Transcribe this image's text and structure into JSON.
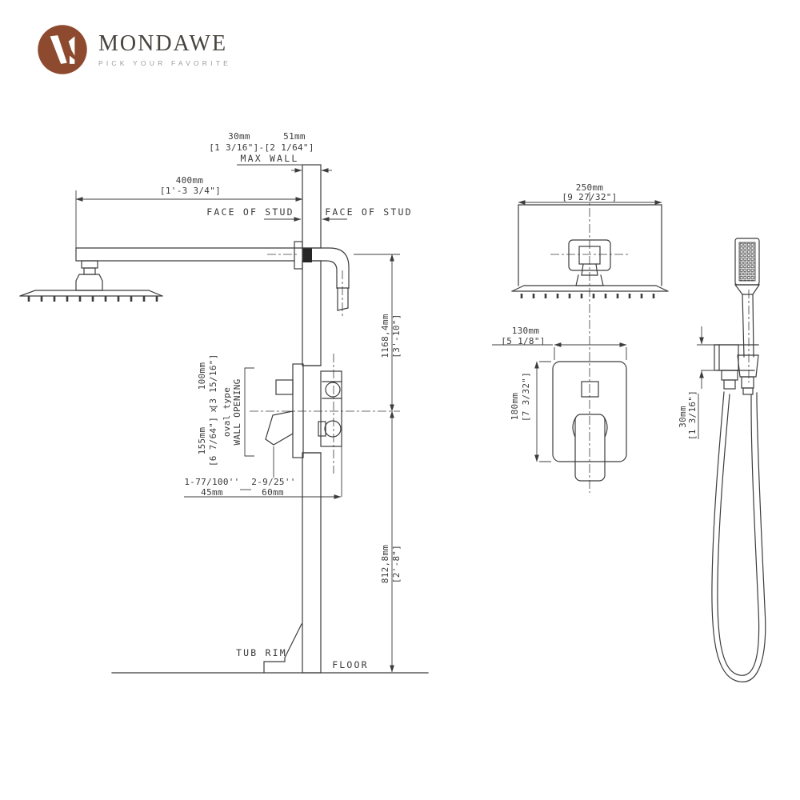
{
  "brand": {
    "name": "MONDAWE",
    "tagline": "PICK YOUR FAVORITE"
  },
  "colors": {
    "logo": "#8d4a2e",
    "line": "#3c3c3c",
    "background": "#ffffff",
    "seal_fill": "#262626"
  },
  "diagram": {
    "side_view": {
      "wall_thickness": {
        "min_mm": "30mm",
        "max_mm": "51mm",
        "range_in": "[1 3/16\"]-[2 1/64\"]",
        "label": "MAX WALL"
      },
      "arm_length": {
        "mm": "400mm",
        "in": "[1'-3 3/4\"]"
      },
      "face_of_stud_left": "FACE OF STUD",
      "face_of_stud_right": "FACE OF STUD",
      "head_to_valve": {
        "mm": "1168,4mm",
        "in": "[3'-10\"]"
      },
      "valve_to_floor": {
        "mm": "812,8mm",
        "in": "[2'-8\"]"
      },
      "wall_opening": {
        "height_mm": "155mm",
        "height_in": "[6 7/64\"]",
        "by": "x",
        "width_mm": "100mm",
        "width_in": "[3 15/16\"]",
        "type_note": "oval type",
        "label": "WALL OPENING"
      },
      "valve_depth": {
        "in_a": "1-77/100''",
        "mm_a": "45mm",
        "in_b": "2-9/25''",
        "mm_b": "60mm"
      },
      "tub_rim_label": "TUB RIM",
      "floor_label": "FLOOR"
    },
    "front_view": {
      "shower_head_width": {
        "mm": "250mm",
        "in": "[9 27/32\"]"
      },
      "valve_plate_width": {
        "mm": "130mm",
        "in": "[5 1/8\"]"
      },
      "valve_plate_height": {
        "mm": "180mm",
        "in": "[7 3/32\"]"
      },
      "hand_shower_bracket": {
        "mm": "30mm",
        "in": "[1 3/16\"]"
      }
    }
  }
}
